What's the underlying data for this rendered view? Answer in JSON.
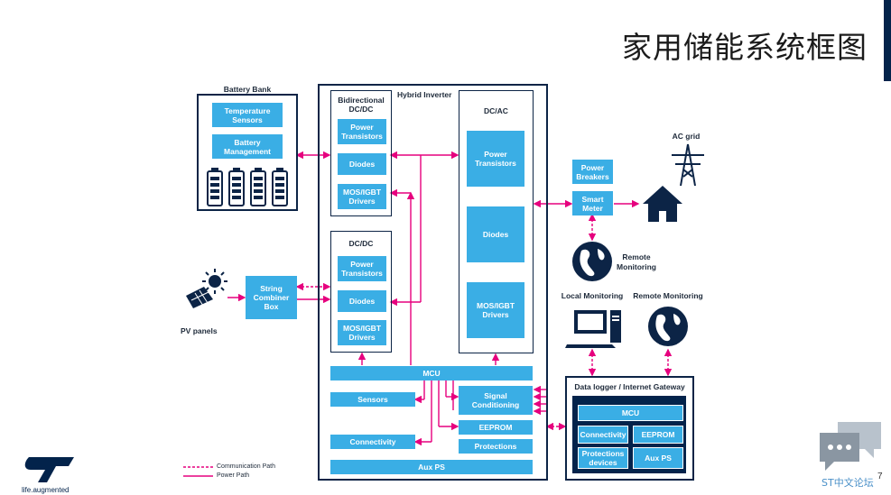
{
  "slide": {
    "title": "家用储能系统框图",
    "page_number": "7"
  },
  "battery_bank": {
    "label": "Battery Bank",
    "temp": "Temperature Sensors",
    "mgmt": "Battery Management"
  },
  "hybrid_inverter": {
    "label": "Hybrid Inverter",
    "bidi": {
      "label": "Bidirectional DC/DC",
      "b1": "Power Transistors",
      "b2": "Diodes",
      "b3": "MOS/IGBT Drivers"
    },
    "dcdc": {
      "label": "DC/DC",
      "b1": "Power Transistors",
      "b2": "Diodes",
      "b3": "MOS/IGBT Drivers"
    },
    "dcac": {
      "label": "DC/AC",
      "b1": "Power Transistors",
      "b2": "Diodes",
      "b3": "MOS/IGBT Drivers"
    },
    "mcu": "MCU",
    "sensors": "Sensors",
    "signal": "Signal Conditioning",
    "eeprom": "EEPROM",
    "protections": "Protections",
    "connectivity": "Connectivity",
    "aux_ps": "Aux PS"
  },
  "pv": {
    "label": "PV panels",
    "combiner": "String Combiner Box"
  },
  "grid": {
    "breakers": "Power Breakers",
    "meter": "Smart Meter",
    "ac_grid": "AC grid"
  },
  "remote_top": "Remote Monitoring",
  "local": "Local Monitoring",
  "remote_right": "Remote Monitoring",
  "gateway": {
    "label": "Data logger / Internet Gateway",
    "mcu": "MCU",
    "conn": "Connectivity",
    "eeprom": "EEPROM",
    "prot": "Protections devices",
    "aux": "Aux PS"
  },
  "legend": {
    "comm": "Communication Path",
    "power": "Power Path"
  },
  "footer": {
    "tagline": "life.augmented",
    "forum": "ST中文论坛"
  },
  "colors": {
    "accent": "#3aaee5",
    "navy": "#0c2446",
    "path": "#e6007e"
  }
}
